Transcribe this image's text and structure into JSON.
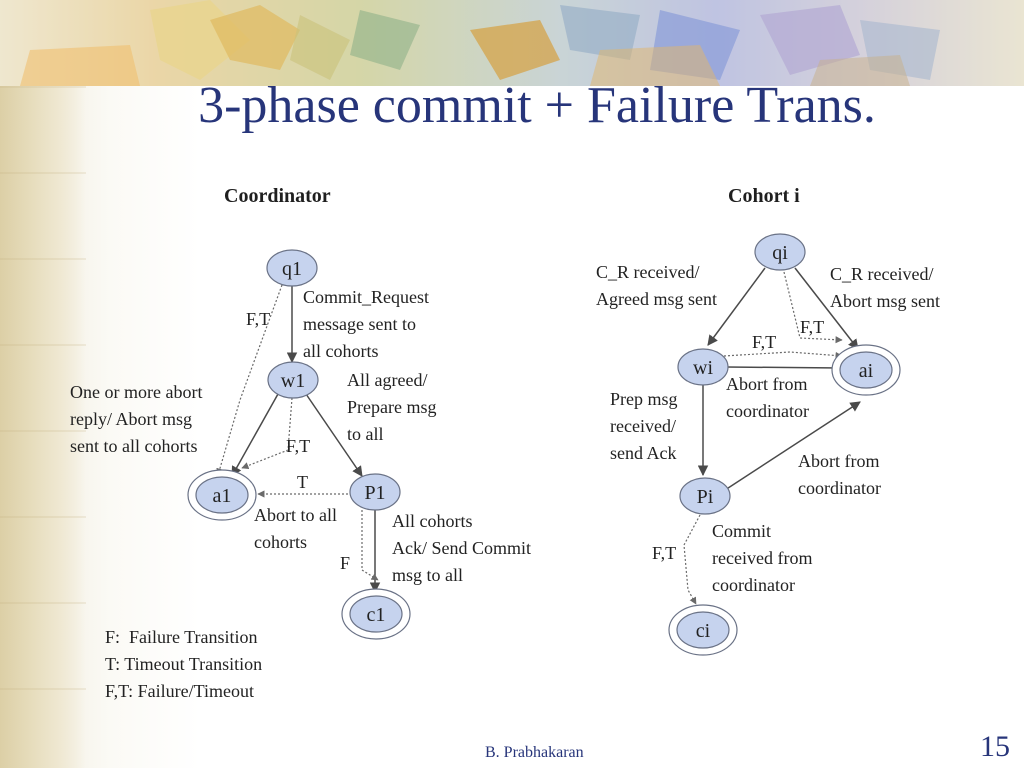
{
  "slide": {
    "title": "3-phase commit + Failure Trans.",
    "author": "B. Prabhakaran",
    "page_number": "15"
  },
  "coordinator": {
    "heading": "Coordinator",
    "states": {
      "q1": "q1",
      "w1": "w1",
      "a1": "a1",
      "p1": "P1",
      "c1": "c1"
    },
    "labels": {
      "commit_request": [
        "Commit_Request",
        "message sent to",
        "all cohorts"
      ],
      "ft_q1_a1": "F,T",
      "all_agreed": [
        "All agreed/",
        "Prepare msg",
        "to all"
      ],
      "abort_reply": [
        "One or more abort",
        "reply/ Abort msg",
        "sent to all cohorts"
      ],
      "ft_w1_a1": "F,T",
      "t_p1_a1": "T",
      "abort_to_all": [
        "Abort to all",
        "cohorts"
      ],
      "all_cohorts_ack": [
        "All cohorts",
        "Ack/ Send Commit",
        "msg to all"
      ],
      "f_p1_c1": "F"
    }
  },
  "cohort": {
    "heading": "Cohort i",
    "states": {
      "qi": "qi",
      "wi": "wi",
      "ai": "ai",
      "pi": "Pi",
      "ci": "ci"
    },
    "labels": {
      "cr_agreed": [
        "C_R received/",
        "Agreed msg sent"
      ],
      "cr_abort": [
        "C_R received/",
        "Abort msg sent"
      ],
      "ft_qi_ai": "F,T",
      "ft_wi_ai": "F,T",
      "abort_from_coord_wi": [
        "Abort from",
        "coordinator"
      ],
      "prep_msg": [
        "Prep msg",
        "received/",
        "send Ack"
      ],
      "abort_from_coord_pi": [
        "Abort from",
        "coordinator"
      ],
      "commit_received": [
        "Commit",
        "received from",
        "coordinator"
      ],
      "ft_pi_ci": "F,T"
    }
  },
  "legend": [
    "F:  Failure Transition",
    "T: Timeout Transition",
    "F,T: Failure/Timeout"
  ],
  "colors": {
    "title": "#27357a",
    "state_fill": "#c6d3ee",
    "state_stroke": "#6a7286",
    "arrow": "#4a4a4a"
  }
}
